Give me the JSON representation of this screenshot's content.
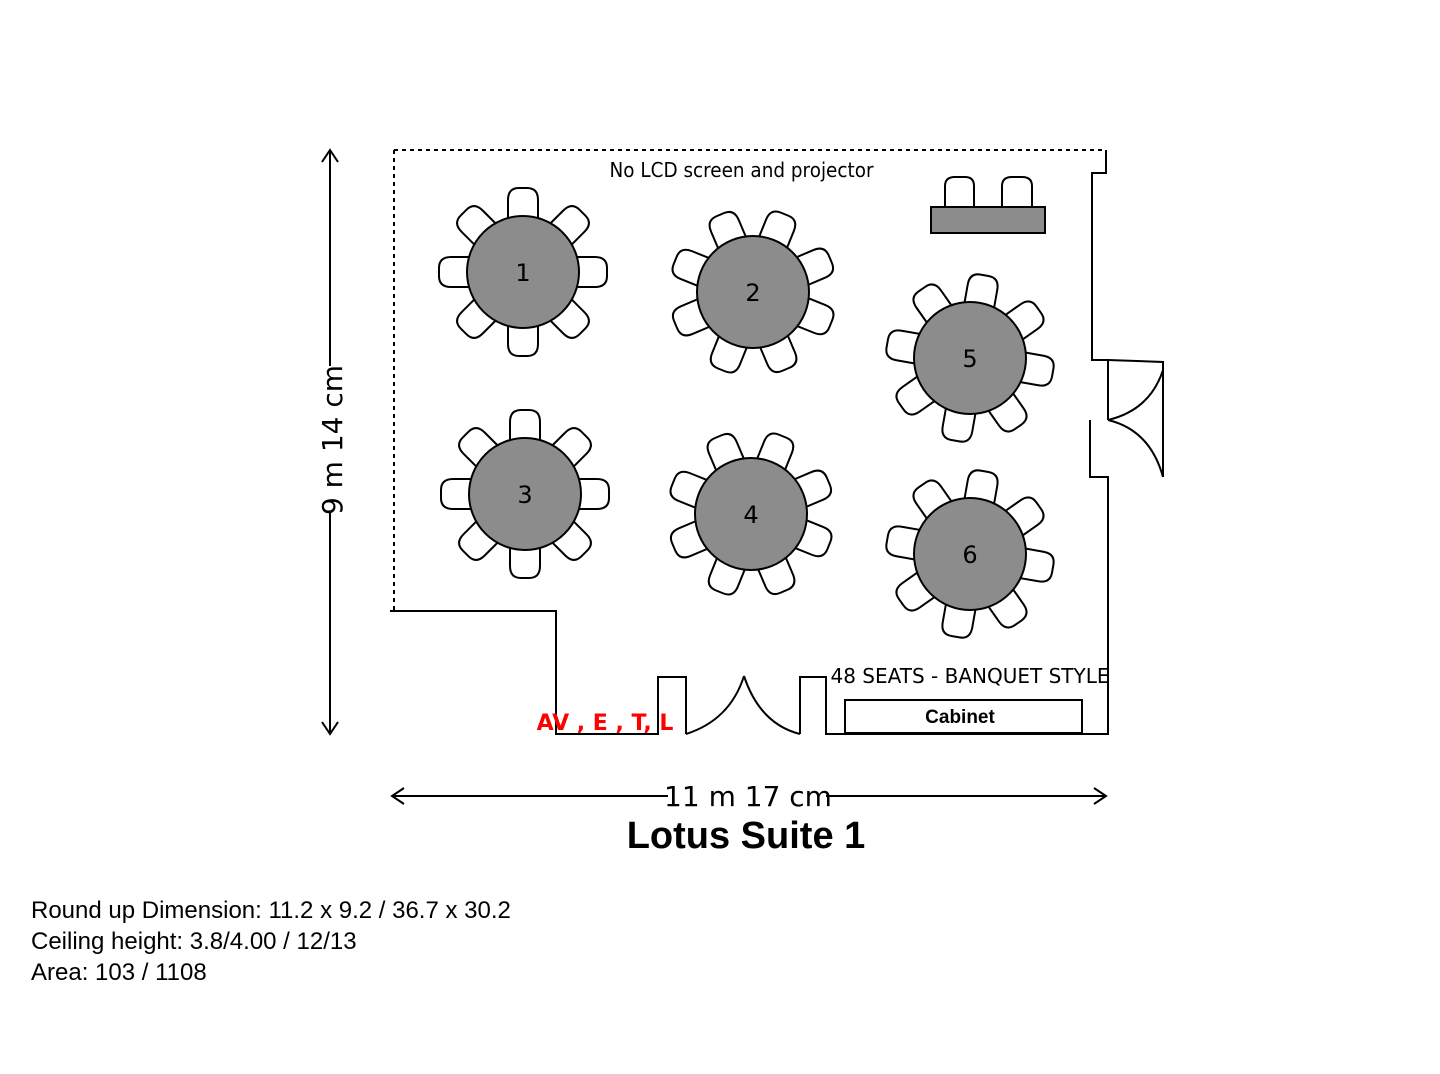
{
  "room": {
    "title": "Lotus Suite 1",
    "width_label": "11 m 17 cm",
    "height_label": "9 m 14 cm",
    "note": "No LCD screen and projector",
    "seating_label": "48 SEATS - BANQUET STYLE",
    "cabinet_label": "Cabinet",
    "av_label": "AV , E , T, L",
    "av_color": "#ff0000",
    "table_color": "#8c8c8c",
    "tables": [
      "1",
      "2",
      "3",
      "4",
      "5",
      "6"
    ]
  },
  "info": {
    "dimension": "Round up Dimension: 11.2 x 9.2 / 36.7 x 30.2",
    "ceiling": "Ceiling height: 3.8/4.00 / 12/13",
    "area": "Area: 103 / 1108"
  }
}
